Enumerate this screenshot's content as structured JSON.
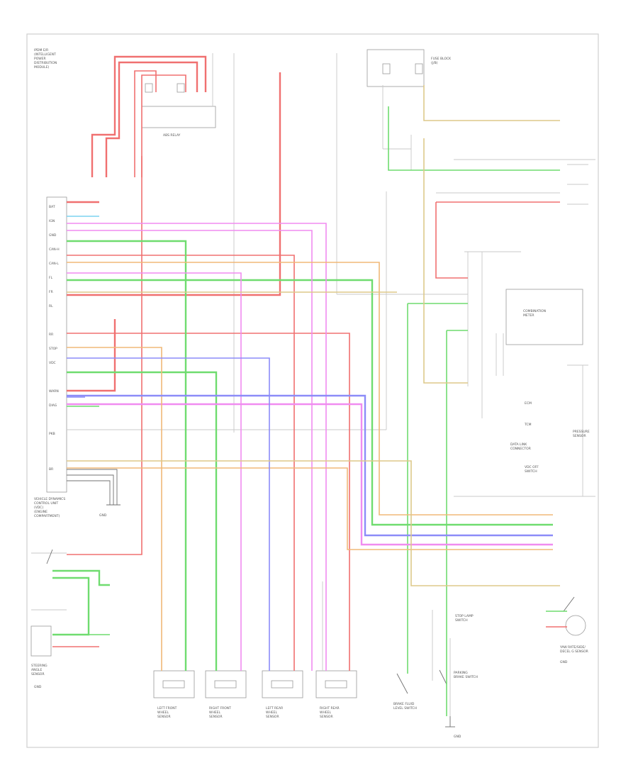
{
  "diagram": {
    "components": {
      "ecu": {
        "lines": [
          "VEHICLE DYNAMICS",
          "CONTROL UNIT",
          "(VDC)",
          "(ENGINE",
          "COMPARTMENT)"
        ]
      },
      "abs_relay": {
        "lines": [
          "ABS RELAY"
        ]
      },
      "fuse_block": {
        "lines": [
          "FUSE BLOCK",
          "(J/B)"
        ]
      },
      "ipdm": {
        "lines": [
          "IPDM E/R",
          "(INTELLIGENT",
          "POWER",
          "DISTRIBUTION",
          "MODULE)"
        ]
      },
      "combination_meter": {
        "lines": [
          "COMBINATION",
          "METER"
        ]
      },
      "steering_sensor": {
        "lines": [
          "STEERING",
          "ANGLE",
          "SENSOR"
        ]
      },
      "yaw_sensor": {
        "lines": [
          "YAW RATE/SIDE/",
          "DECEL G SENSOR"
        ]
      },
      "brake_fluid": {
        "lines": [
          "BRAKE FLUID",
          "LEVEL SWITCH"
        ]
      },
      "parking_brake": {
        "lines": [
          "PARKING",
          "BRAKE SWITCH"
        ]
      },
      "stop_lamp": {
        "lines": [
          "STOP LAMP",
          "SWITCH"
        ]
      },
      "ecm": {
        "lines": [
          "ECM"
        ]
      },
      "tcm": {
        "lines": [
          "TCM"
        ]
      },
      "data_link": {
        "lines": [
          "DATA LINK",
          "CONNECTOR"
        ]
      },
      "vdc_off": {
        "lines": [
          "VDC OFF",
          "SWITCH"
        ]
      },
      "pressure_sensor": {
        "lines": [
          "PRESSURE",
          "SENSOR"
        ]
      },
      "wheel_sensors": [
        {
          "lines": [
            "LEFT FRONT",
            "WHEEL",
            "SENSOR"
          ]
        },
        {
          "lines": [
            "RIGHT FRONT",
            "WHEEL",
            "SENSOR"
          ]
        },
        {
          "lines": [
            "LEFT REAR",
            "WHEEL",
            "SENSOR"
          ]
        },
        {
          "lines": [
            "RIGHT REAR",
            "WHEEL",
            "SENSOR"
          ]
        }
      ]
    },
    "pin_labels": [
      "BAT",
      "IGN",
      "GND",
      "CAN-H",
      "CAN-L",
      "FL",
      "FR",
      "RL",
      "RR",
      "STOP",
      "VDC",
      "WARN",
      "DIAG",
      "PKB",
      "BR"
    ],
    "ground_labels": [
      "GND",
      "GND",
      "GND",
      "GND"
    ],
    "colors": {
      "red": "#f07070",
      "green": "#6fdc6f",
      "pink": "#f08cf0",
      "orange": "#f0b878",
      "blue": "#8c8cf8",
      "tan": "#ddc98a",
      "cyan": "#7cd4f0",
      "gray": "#c8c8c8"
    }
  }
}
